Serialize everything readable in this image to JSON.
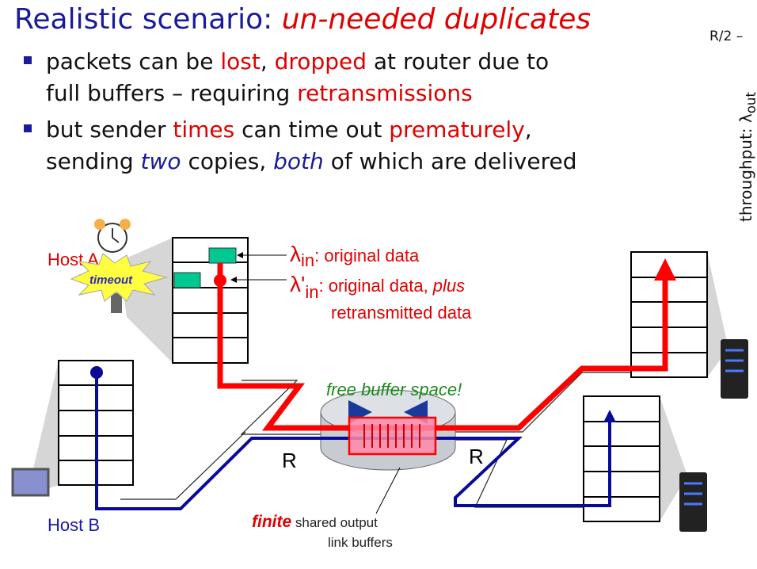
{
  "title": {
    "prefix": "Realistic scenario: ",
    "emphasis": "un-needed duplicates"
  },
  "bullets": [
    {
      "parts": [
        "packets can be ",
        "lost",
        ", ",
        "dropped",
        " at router due  to"
      ],
      "line2": [
        "full buffers – requiring ",
        "retransmissions"
      ]
    },
    {
      "parts": [
        "but sender ",
        "times",
        " can time out ",
        "prematurely",
        ","
      ],
      "line2": [
        "sending ",
        "two",
        " copies, ",
        "both",
        " of which are delivered"
      ]
    }
  ],
  "side_graph": {
    "tick_label": "R/2",
    "axis_label": "throughput: λ",
    "axis_sub": "out"
  },
  "diagram": {
    "host_a_label": "Host A",
    "host_b_label": "Host B",
    "timeout_label": "timeout",
    "lambda_in": "λ",
    "lambda_in_sub": "in",
    "lambda_in_desc": ": original data",
    "lambda_prime": "λ'",
    "lambda_prime_sub": "in",
    "lambda_prime_desc": ": original data, ",
    "lambda_prime_plus": "plus",
    "lambda_prime_desc2": "retransmitted data",
    "free_buffer": "free buffer space!",
    "link_rate_left": "R",
    "link_rate_right": "R",
    "finite": "finite",
    "finite_desc": " shared output",
    "finite_desc2": "link buffers"
  },
  "colors": {
    "red": "#ff0000",
    "blue": "#0a0a99",
    "green": "#00c890",
    "title_blue": "#1a1a9c"
  }
}
